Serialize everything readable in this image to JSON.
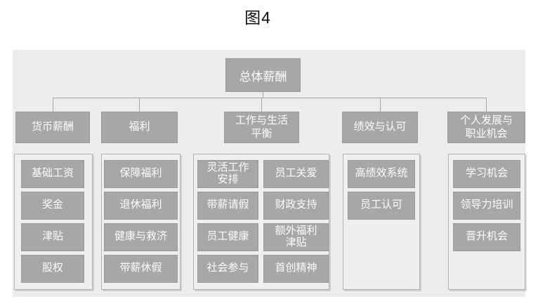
{
  "figure": {
    "title": "图4"
  },
  "colors": {
    "canvas_bg": "#ececec",
    "node_fill": "#a7a7a7",
    "node_border": "#9a9a9a",
    "node_text": "#fcfcfc",
    "panel_fill": "#efefef",
    "panel_border": "#b3b3b3",
    "connector": "#a6a6a6",
    "title_text": "#0b0b0b"
  },
  "chart": {
    "root": "总体薪酬",
    "branches": [
      {
        "label": "货币薪酬",
        "items": [
          "基础工资",
          "奖金",
          "津贴",
          "股权"
        ]
      },
      {
        "label": "福利",
        "items": [
          "保障福利",
          "退休福利",
          "健康与救济",
          "带薪休假"
        ]
      },
      {
        "label": "工作与生活\n平衡",
        "columns": [
          [
            "灵活工作\n安排",
            "带薪请假",
            "员工健康",
            "社会参与"
          ],
          [
            "员工关爱",
            "财政支持",
            "额外福利\n津贴",
            "首创精神"
          ]
        ]
      },
      {
        "label": "绩效与认可",
        "items": [
          "高绩效系统",
          "员工认可"
        ]
      },
      {
        "label": "个人发展与\n职业机会",
        "items": [
          "学习机会",
          "领导力培训",
          "晋升机会"
        ]
      }
    ]
  }
}
